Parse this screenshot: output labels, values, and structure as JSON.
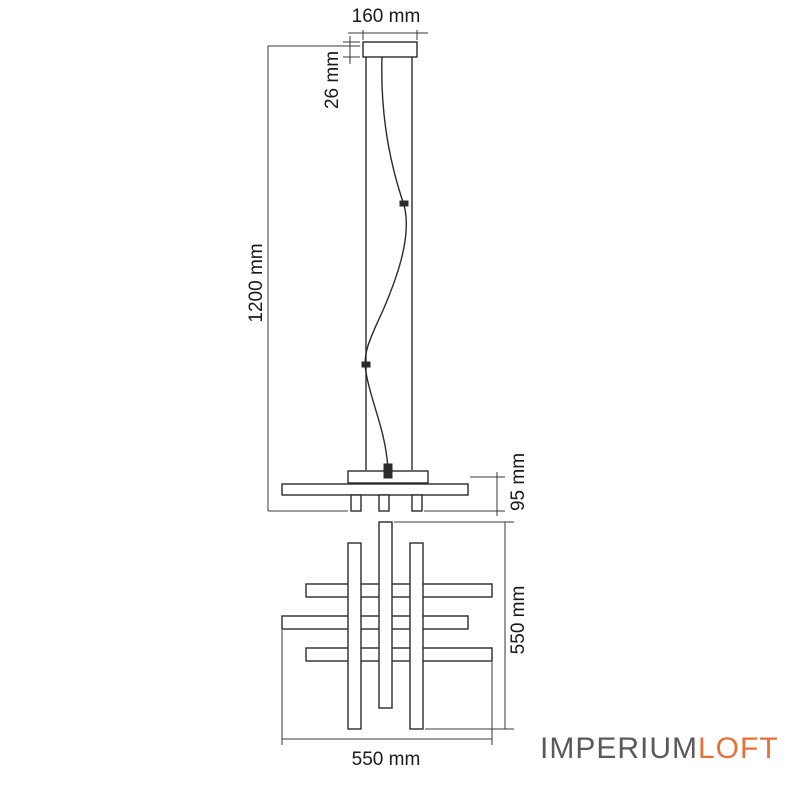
{
  "dimensions": {
    "canopy_width": "160 mm",
    "canopy_height": "26 mm",
    "total_height": "1200 mm",
    "fixture_height": "95 mm",
    "fixture_depth": "550 mm",
    "fixture_width": "550 mm"
  },
  "brand": {
    "part1": "IMPERIUM",
    "part2": "LOFT",
    "accent_color": "#e8703a"
  }
}
